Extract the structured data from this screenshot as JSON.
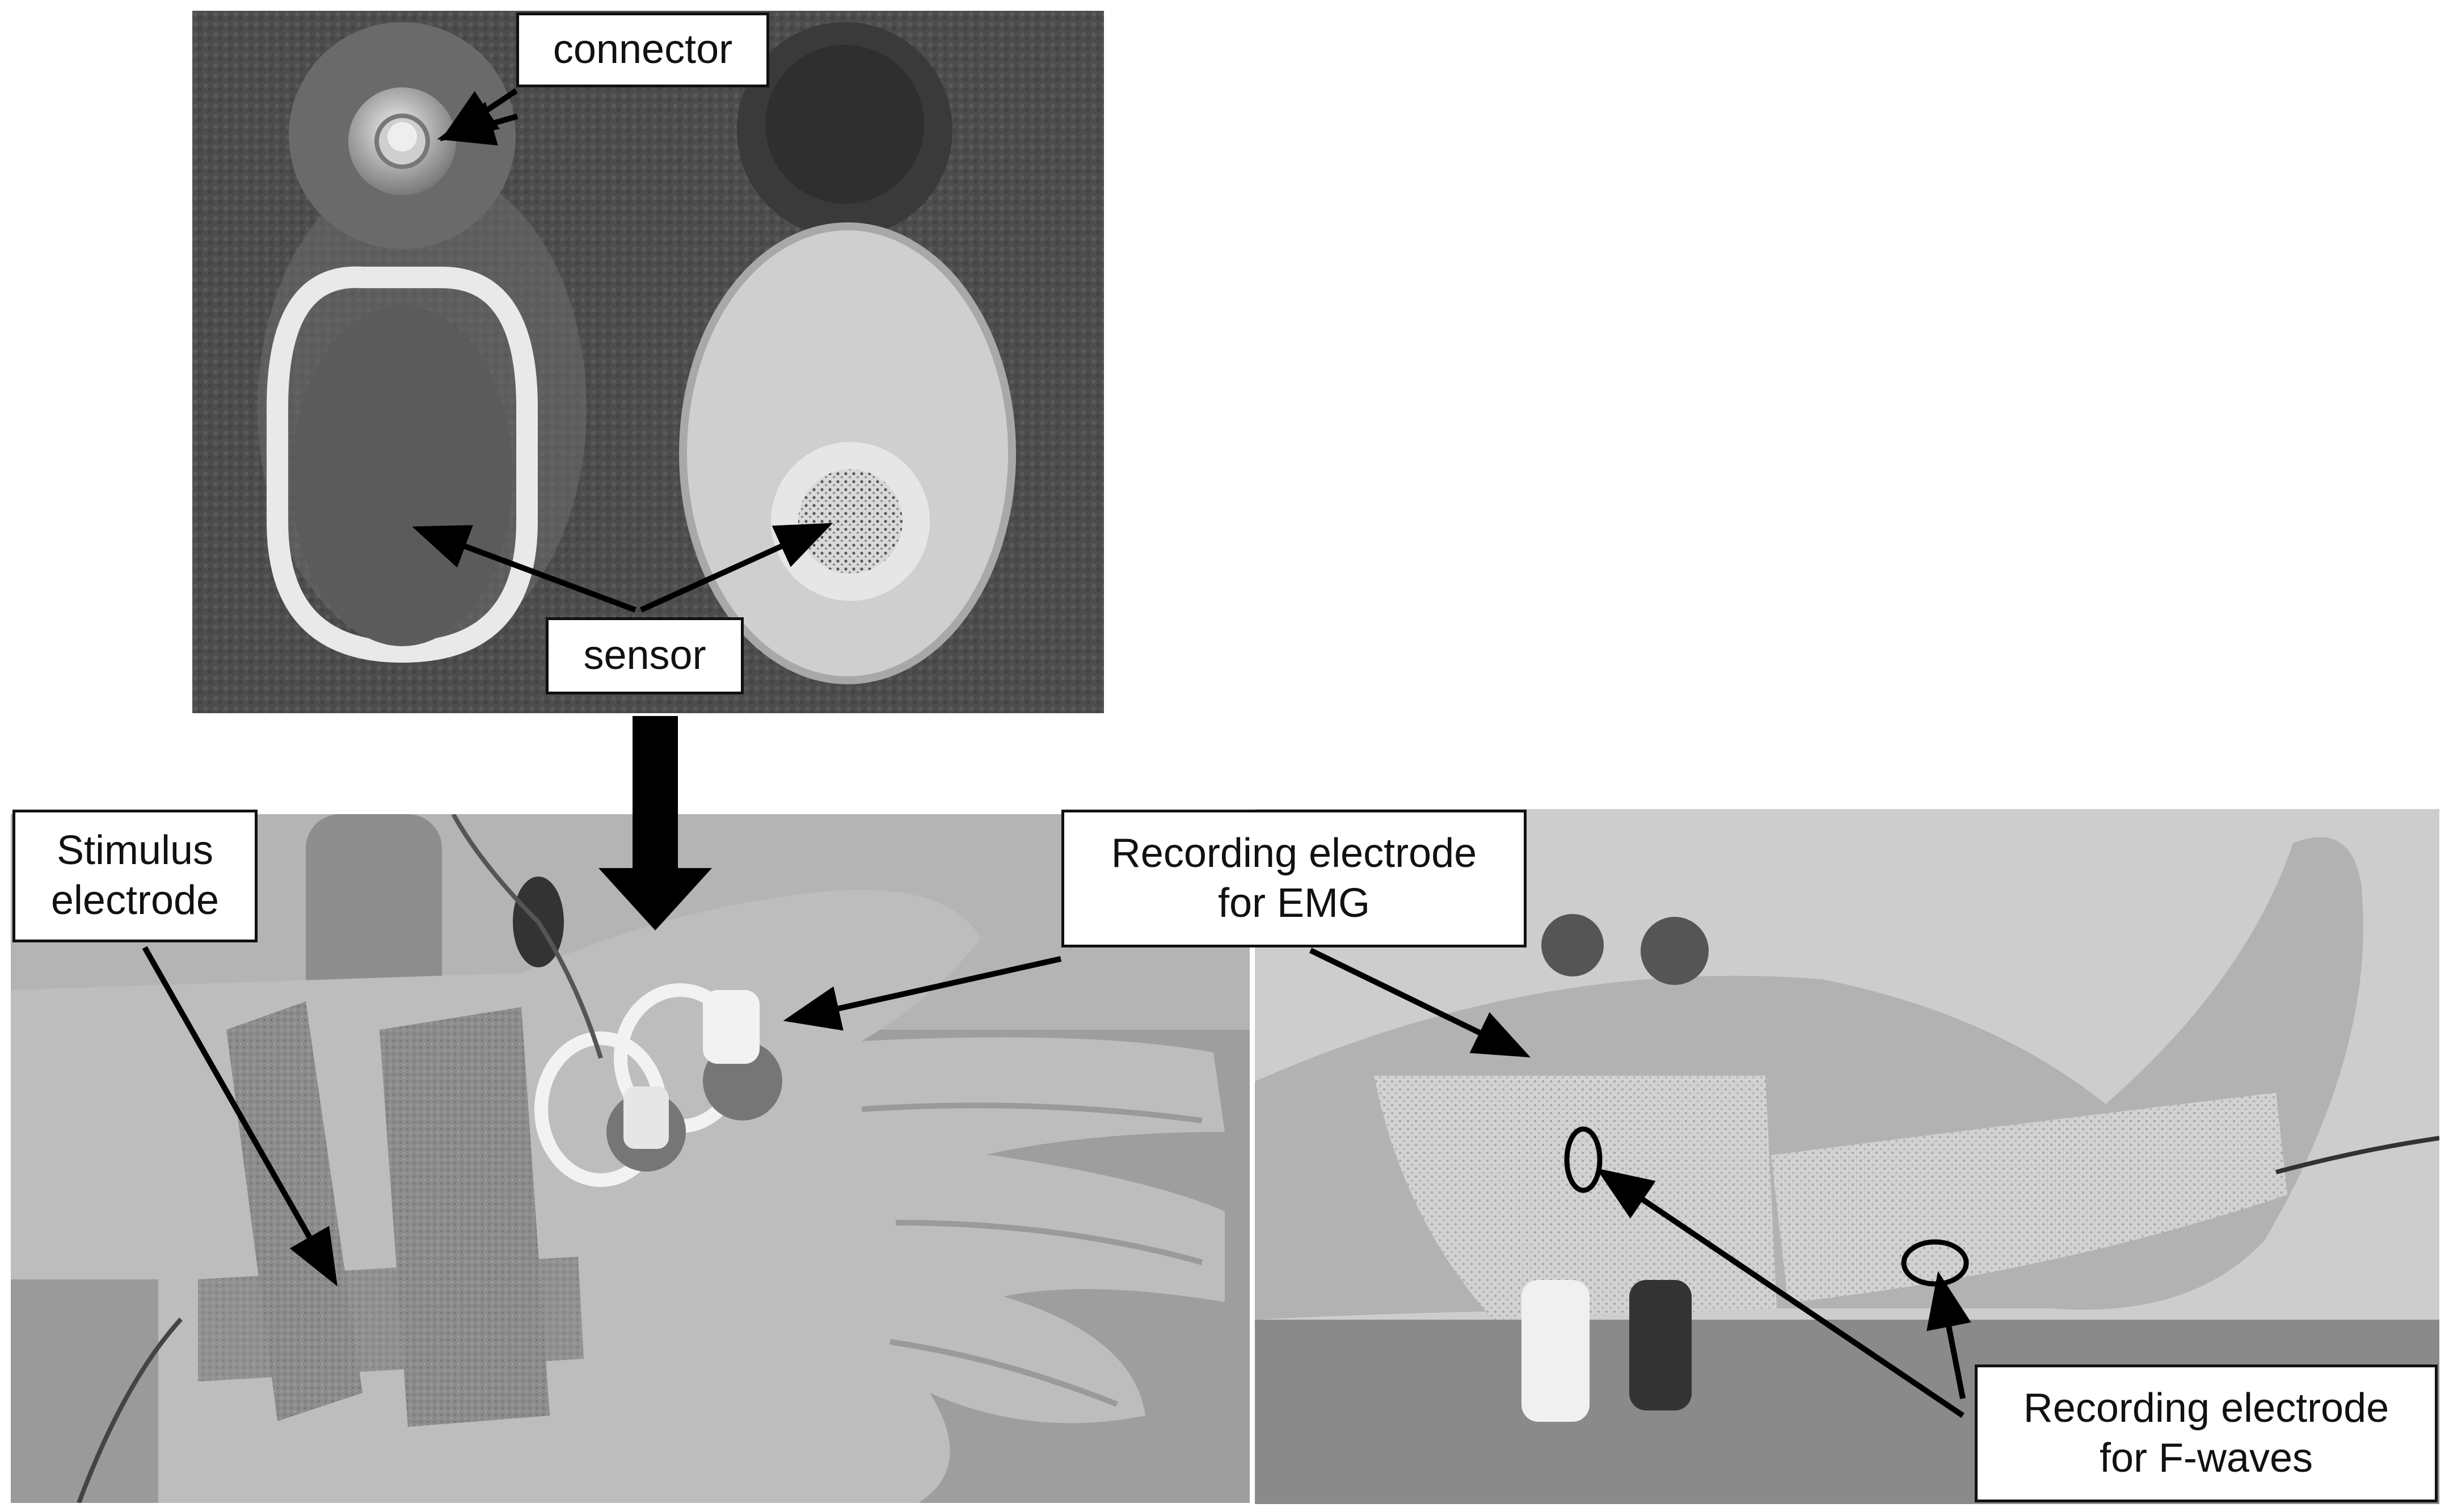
{
  "labels": {
    "connector": "connector",
    "sensor": "sensor",
    "stimulus": "Stimulus\nelectrode",
    "emg": "Recording electrode\nfor EMG",
    "fwaves": "Recording electrode\nfor F-waves"
  },
  "colors": {
    "background": "#ffffff",
    "arrow": "#000000",
    "label_border": "#111111",
    "leather": "#4a4a4a",
    "skin": "#b5b5b5",
    "wall": "#c9c9c9"
  }
}
